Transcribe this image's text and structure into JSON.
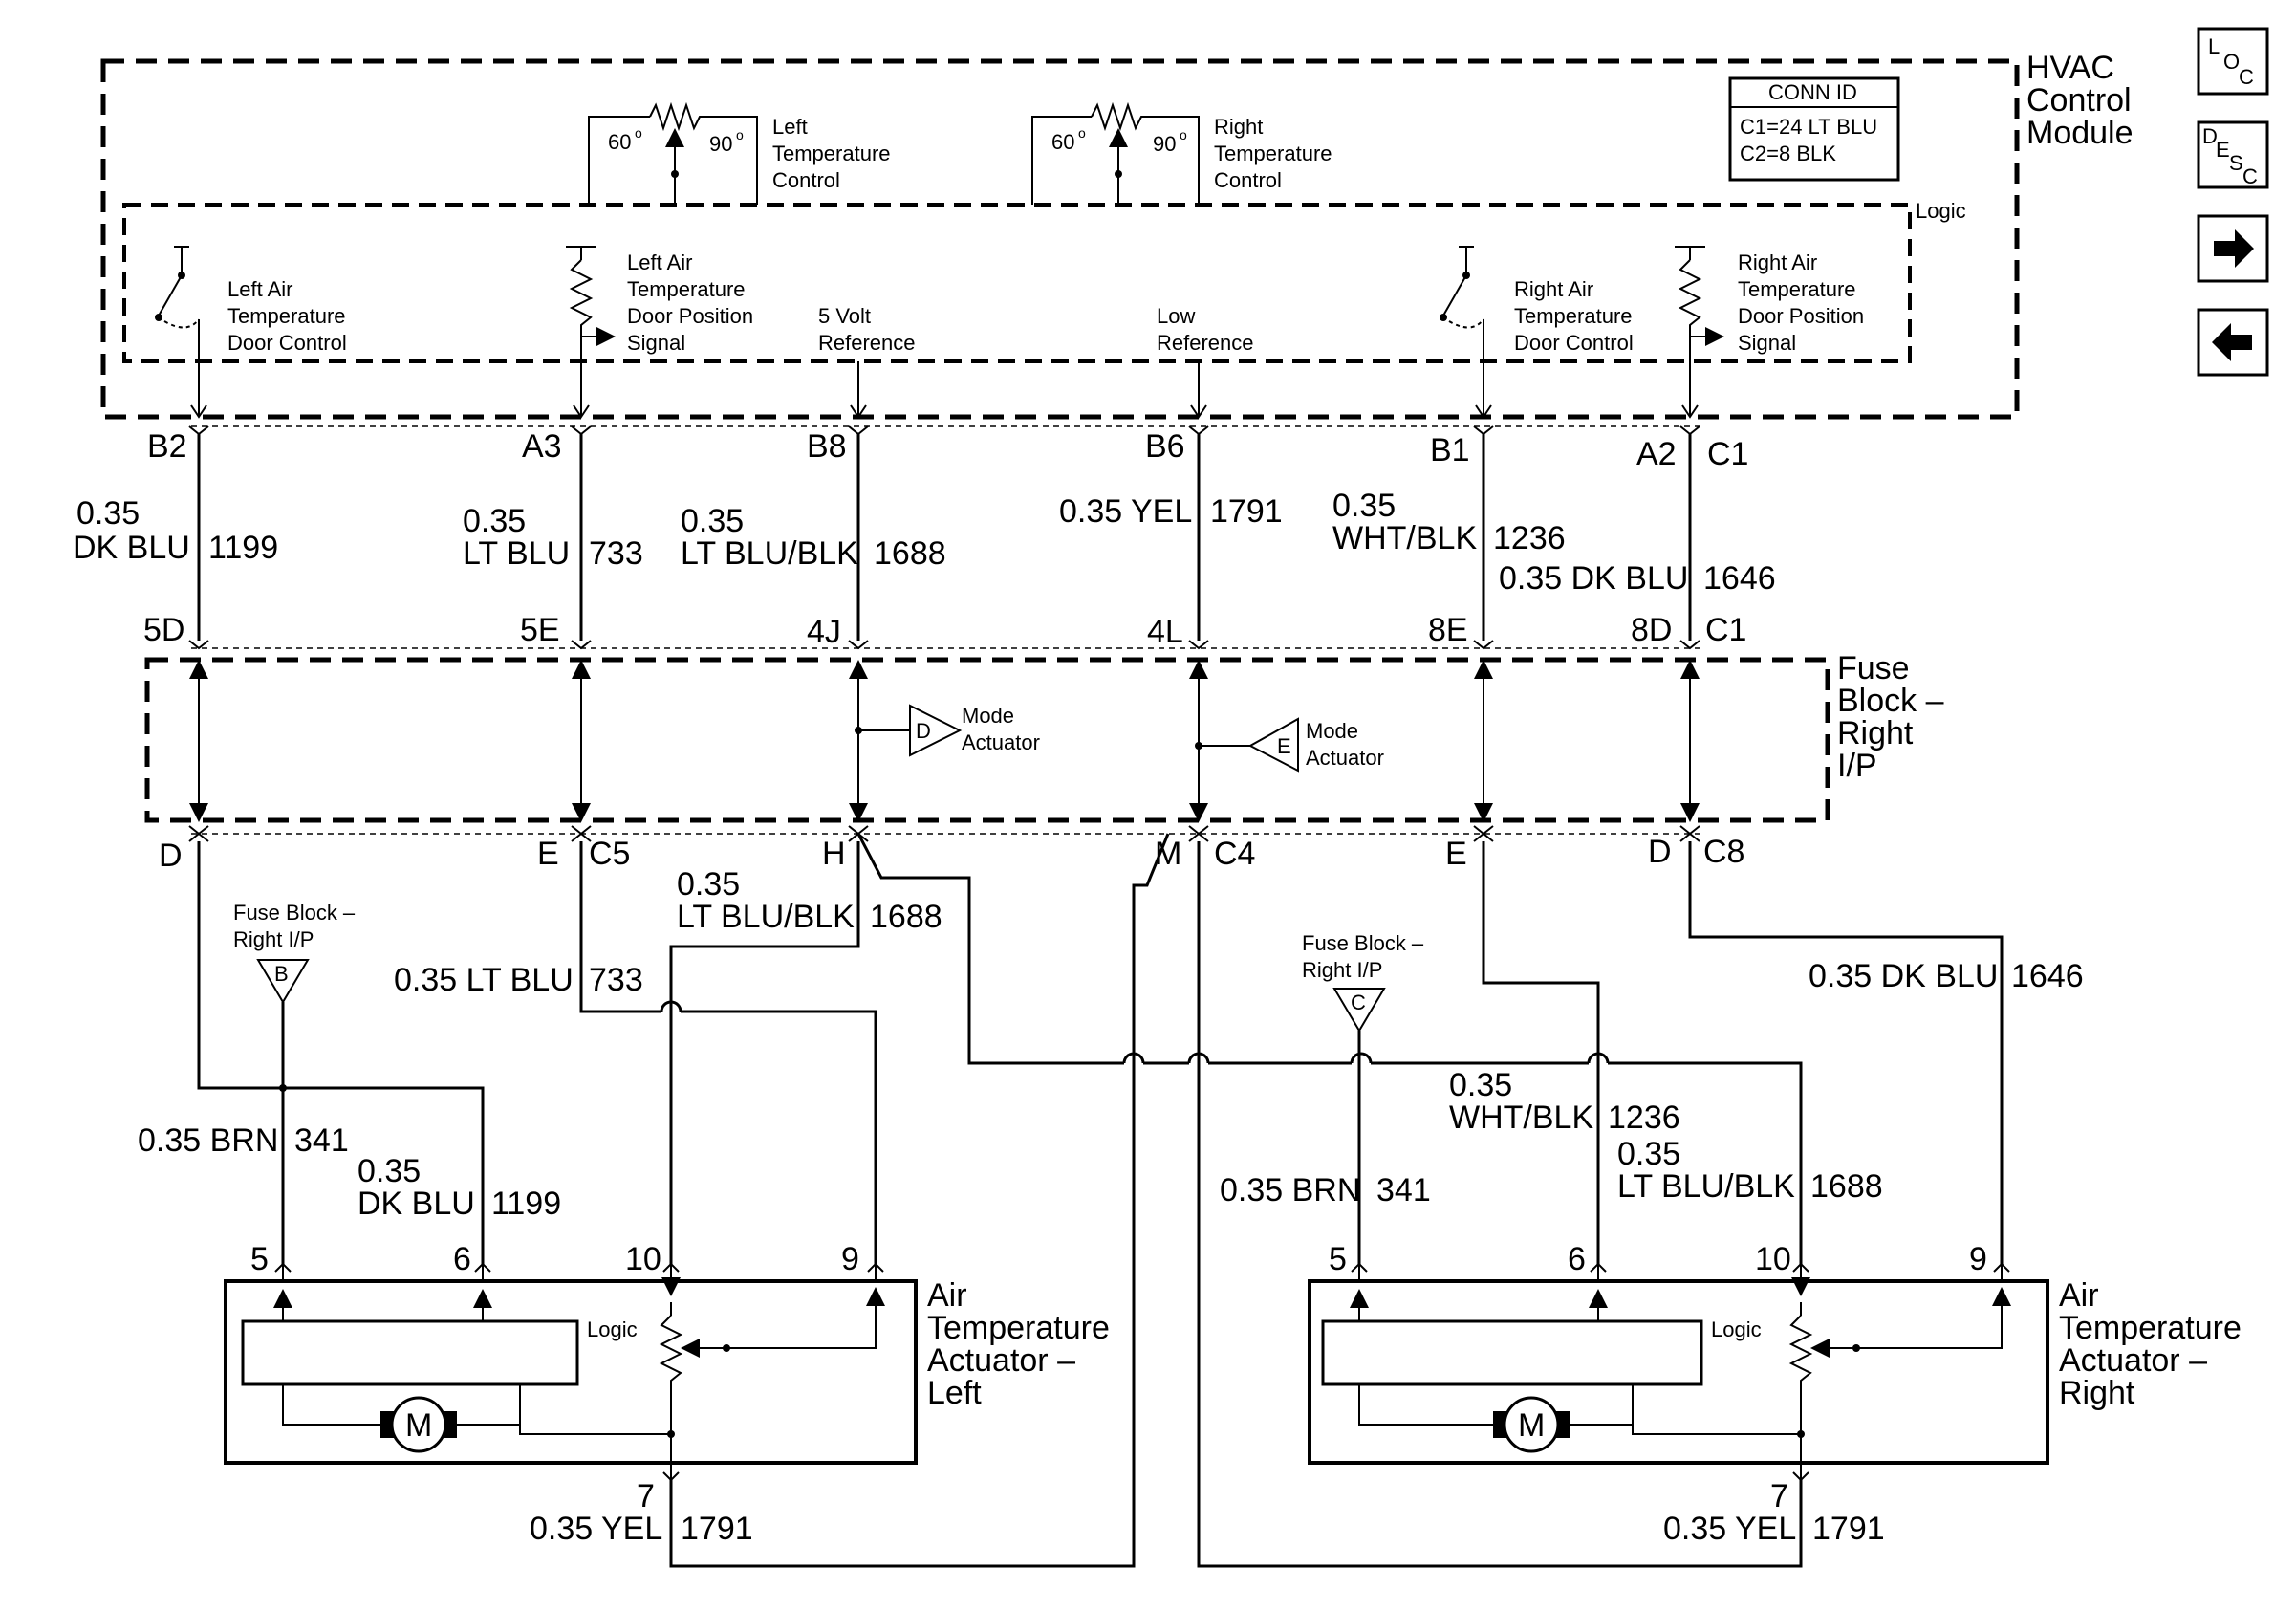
{
  "hvac": {
    "title": [
      "HVAC",
      "Control",
      "Module"
    ],
    "conn_id": {
      "header": "CONN ID",
      "rows": [
        "C1=24 LT BLU",
        "C2=8 BLK"
      ]
    },
    "logic": "Logic",
    "left_control": [
      "Left",
      "Temperature",
      "Control"
    ],
    "right_control": [
      "Right",
      "Temperature",
      "Control"
    ],
    "deg60": "60",
    "deg90": "90",
    "deg_mark": "o",
    "signals": {
      "left_door_control": [
        "Left Air",
        "Temperature",
        "Door Control"
      ],
      "left_door_position": [
        "Left Air",
        "Temperature",
        "Door Position",
        "Signal"
      ],
      "five_volt": [
        "5 Volt",
        "Reference"
      ],
      "low_ref": [
        "Low",
        "Reference"
      ],
      "right_door_control": [
        "Right Air",
        "Temperature",
        "Door Control"
      ],
      "right_door_position": [
        "Right Air",
        "Temperature",
        "Door Position",
        "Signal"
      ]
    }
  },
  "pins_top": [
    "B2",
    "A3",
    "B8",
    "B6",
    "B1",
    "A2",
    "C1"
  ],
  "wires_upper": {
    "w1": [
      "0.35",
      "DK BLU",
      "1199"
    ],
    "w2": [
      "0.35",
      "LT BLU",
      "733"
    ],
    "w3": [
      "0.35",
      "LT BLU/BLK",
      "1688"
    ],
    "w4": [
      "0.35 YEL",
      "1791"
    ],
    "w5": [
      "0.35",
      "WHT/BLK",
      "1236"
    ],
    "w6": [
      "0.35 DK BLU",
      "1646"
    ]
  },
  "pins_fuse_top": [
    "5D",
    "5E",
    "4J",
    "4L",
    "8E",
    "8D",
    "C1"
  ],
  "fuse_block": {
    "title": [
      "Fuse",
      "Block –",
      "Right",
      "I/P"
    ],
    "mode_d": [
      "D",
      "Mode",
      "Actuator"
    ],
    "mode_e": [
      "E",
      "Mode",
      "Actuator"
    ]
  },
  "pins_fuse_bottom": [
    "D",
    "E",
    "C5",
    "H",
    "M",
    "C4",
    "E",
    "D",
    "C8"
  ],
  "wires_lower": {
    "l1688": [
      "0.35",
      "LT BLU/BLK",
      "1688"
    ],
    "l733": [
      "0.35 LT BLU",
      "733"
    ],
    "l1646": [
      "0.35 DK BLU",
      "1646"
    ],
    "l341a": [
      "0.35 BRN",
      "341"
    ],
    "l1199": [
      "0.35",
      "DK BLU",
      "1199"
    ],
    "l1236": [
      "0.35",
      "WHT/BLK",
      "1236"
    ],
    "l1688r": [
      "0.35",
      "LT BLU/BLK",
      "1688"
    ],
    "l341b": [
      "0.35 BRN",
      "341"
    ],
    "l1791a": [
      "0.35 YEL",
      "1791"
    ],
    "l1791b": [
      "0.35 YEL",
      "1791"
    ]
  },
  "fuse_refs": {
    "b": [
      "Fuse Block –",
      "Right I/P",
      "B"
    ],
    "c": [
      "Fuse Block –",
      "Right I/P",
      "C"
    ]
  },
  "actuator_left": {
    "title": [
      "Air",
      "Temperature",
      "Actuator –",
      "Left"
    ],
    "pins": [
      "5",
      "6",
      "10",
      "9",
      "7"
    ],
    "logic": "Logic",
    "motor": "M"
  },
  "actuator_right": {
    "title": [
      "Air",
      "Temperature",
      "Actuator –",
      "Right"
    ],
    "pins": [
      "5",
      "6",
      "10",
      "9",
      "7"
    ],
    "logic": "Logic",
    "motor": "M"
  },
  "nav": {
    "loc": [
      "L",
      "O",
      "C"
    ],
    "desc": [
      "D",
      "E",
      "S",
      "C"
    ],
    "next_icon": "arrow-right-icon",
    "prev_icon": "arrow-left-icon"
  }
}
